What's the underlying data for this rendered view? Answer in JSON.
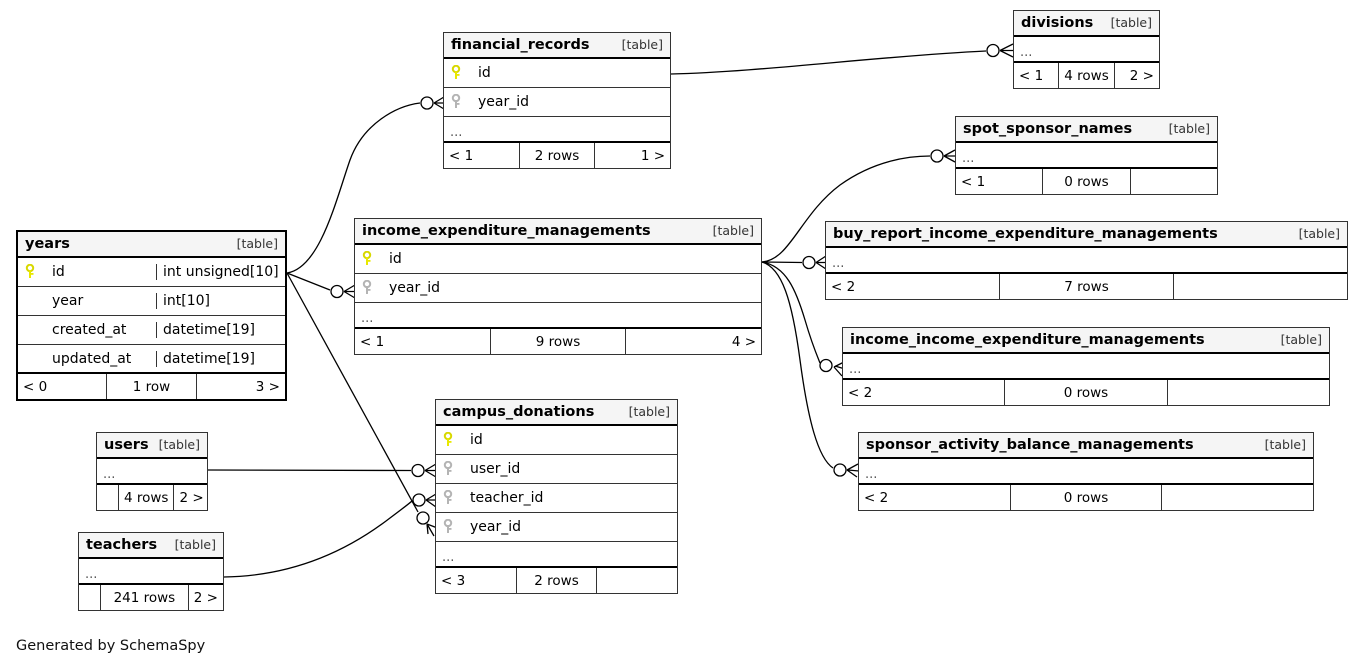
{
  "diagram": {
    "kind": "database-schema-erd",
    "credit": "Generated by SchemaSpy",
    "table_tag": "[table]",
    "ellipsis": "...",
    "pk_icon": "key-icon-primary",
    "fk_icon": "key-icon-foreign",
    "colors": {
      "pk_key": "#e8e800",
      "fk_key": "#b4b4b4",
      "header_bg": "#f5f5f5",
      "border": "#333333",
      "line": "#000000"
    }
  },
  "tables": [
    {
      "id": "financial_records",
      "name": "financial_records",
      "tag": "[table]",
      "columns": [
        {
          "name": "id",
          "type": "",
          "key": "primary"
        },
        {
          "name": "year_id",
          "type": "",
          "key": "foreign"
        }
      ],
      "has_ellipsis_row": true,
      "footer": {
        "left": "< 1",
        "mid": "2 rows",
        "right": "1 >"
      }
    },
    {
      "id": "divisions",
      "name": "divisions",
      "tag": "[table]",
      "columns": [],
      "has_ellipsis_row": true,
      "footer": {
        "left": "< 1",
        "mid": "4 rows",
        "right": "2 >"
      }
    },
    {
      "id": "spot_sponsor_names",
      "name": "spot_sponsor_names",
      "tag": "[table]",
      "columns": [],
      "has_ellipsis_row": true,
      "footer": {
        "left": "< 1",
        "mid": "0 rows",
        "right": ""
      }
    },
    {
      "id": "years",
      "name": "years",
      "tag": "[table]",
      "columns": [
        {
          "name": "id",
          "type": "int unsigned[10]",
          "key": "primary"
        },
        {
          "name": "year",
          "type": "int[10]",
          "key": "none"
        },
        {
          "name": "created_at",
          "type": "datetime[19]",
          "key": "none"
        },
        {
          "name": "updated_at",
          "type": "datetime[19]",
          "key": "none"
        }
      ],
      "has_ellipsis_row": false,
      "footer": {
        "left": "< 0",
        "mid": "1 row",
        "right": "3 >"
      }
    },
    {
      "id": "income_expenditure_managements",
      "name": "income_expenditure_managements",
      "tag": "[table]",
      "columns": [
        {
          "name": "id",
          "type": "",
          "key": "primary"
        },
        {
          "name": "year_id",
          "type": "",
          "key": "foreign"
        }
      ],
      "has_ellipsis_row": true,
      "footer": {
        "left": "< 1",
        "mid": "9 rows",
        "right": "4 >"
      }
    },
    {
      "id": "buy_report_income_expenditure_managements",
      "name": "buy_report_income_expenditure_managements",
      "tag": "[table]",
      "columns": [],
      "has_ellipsis_row": true,
      "footer": {
        "left": "< 2",
        "mid": "7 rows",
        "right": ""
      }
    },
    {
      "id": "income_income_expenditure_managements",
      "name": "income_income_expenditure_managements",
      "tag": "[table]",
      "columns": [],
      "has_ellipsis_row": true,
      "footer": {
        "left": "< 2",
        "mid": "0 rows",
        "right": ""
      }
    },
    {
      "id": "sponsor_activity_balance_managements",
      "name": "sponsor_activity_balance_managements",
      "tag": "[table]",
      "columns": [],
      "has_ellipsis_row": true,
      "footer": {
        "left": "< 2",
        "mid": "0 rows",
        "right": ""
      }
    },
    {
      "id": "users",
      "name": "users",
      "tag": "[table]",
      "columns": [],
      "has_ellipsis_row": true,
      "footer": {
        "left": "",
        "mid": "4 rows",
        "right": "2 >"
      }
    },
    {
      "id": "teachers",
      "name": "teachers",
      "tag": "[table]",
      "columns": [],
      "has_ellipsis_row": true,
      "footer": {
        "left": "",
        "mid": "241 rows",
        "right": "2 >"
      }
    },
    {
      "id": "campus_donations",
      "name": "campus_donations",
      "tag": "[table]",
      "columns": [
        {
          "name": "id",
          "type": "",
          "key": "primary"
        },
        {
          "name": "user_id",
          "type": "",
          "key": "foreign"
        },
        {
          "name": "teacher_id",
          "type": "",
          "key": "foreign"
        },
        {
          "name": "year_id",
          "type": "",
          "key": "foreign"
        }
      ],
      "has_ellipsis_row": true,
      "footer": {
        "left": "< 3",
        "mid": "2 rows",
        "right": ""
      }
    }
  ],
  "relationships": [
    {
      "from": "years.id",
      "to": "financial_records.year_id"
    },
    {
      "from": "years.id",
      "to": "income_expenditure_managements.year_id"
    },
    {
      "from": "years.id",
      "to": "campus_donations.year_id"
    },
    {
      "from": "financial_records.id",
      "to": "divisions"
    },
    {
      "from": "income_expenditure_managements.id",
      "to": "spot_sponsor_names"
    },
    {
      "from": "income_expenditure_managements.id",
      "to": "buy_report_income_expenditure_managements"
    },
    {
      "from": "income_expenditure_managements.id",
      "to": "income_income_expenditure_managements"
    },
    {
      "from": "income_expenditure_managements.id",
      "to": "sponsor_activity_balance_managements"
    },
    {
      "from": "users",
      "to": "campus_donations.user_id"
    },
    {
      "from": "teachers",
      "to": "campus_donations.teacher_id"
    }
  ]
}
